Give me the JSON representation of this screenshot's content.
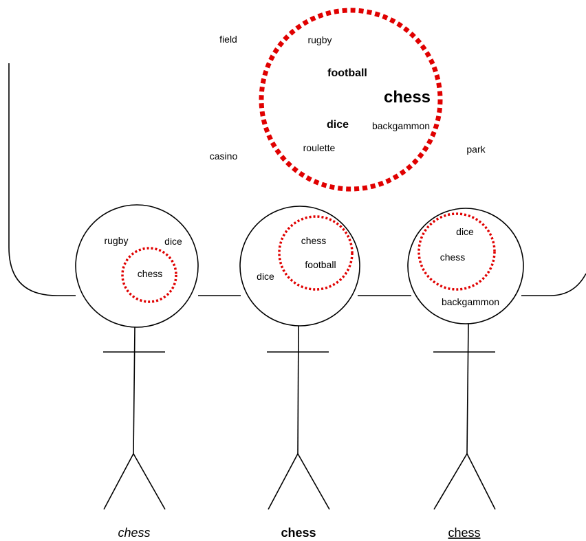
{
  "colors": {
    "line": "#000000",
    "dashed_circle": "#e00000",
    "background": "#ffffff"
  },
  "cloud": {
    "words": {
      "field": "field",
      "rugby": "rugby",
      "football": "football",
      "chess": "chess",
      "dice": "dice",
      "backgammon": "backgammon",
      "roulette": "roulette",
      "casino": "casino",
      "park": "park"
    }
  },
  "figures": [
    {
      "words": {
        "rugby": "rugby",
        "dice": "dice",
        "chess": "chess"
      },
      "label": "chess",
      "label_style": "italic"
    },
    {
      "words": {
        "chess": "chess",
        "football": "football",
        "dice": "dice"
      },
      "label": "chess",
      "label_style": "bold"
    },
    {
      "words": {
        "dice": "dice",
        "chess": "chess",
        "backgammon": "backgammon"
      },
      "label": "chess",
      "label_style": "underline"
    }
  ]
}
